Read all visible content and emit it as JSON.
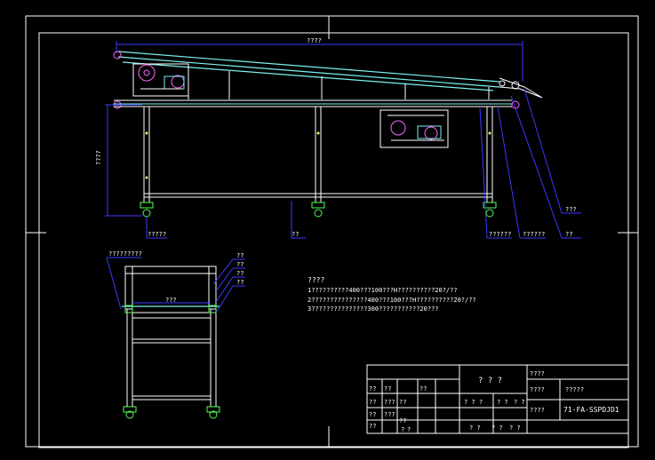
{
  "dimensions": {
    "overall_length": "????",
    "overall_height": "????",
    "frame_width": "???"
  },
  "callouts": {
    "leg_left": "?????",
    "leg_mid": "??",
    "leg_r1": "??????",
    "leg_r2": "??????",
    "leg_r3": "??",
    "side_right": "???",
    "section_left": "?????????",
    "section_r1": "??",
    "section_r2": "??",
    "section_r3": "??",
    "section_r4": "??"
  },
  "notes": {
    "heading": "????",
    "line1": "1??????????400???100???H??????????20?/??",
    "line2": "2???????????????400???100???H??????????20?/??",
    "line3": "3???????????????300???????????20???"
  },
  "title_block": {
    "part_title": "? ? ?",
    "material_label": "????",
    "scale_label": "????",
    "scale_value": "?????",
    "sheet_label": "????",
    "drawing_number": "71-FA-SSPDJD1",
    "rows": [
      {
        "col1": "??",
        "col2": "??",
        "col3": "??"
      },
      {
        "col1": "??",
        "col2": "???",
        "col3": "??"
      },
      {
        "col1": "??",
        "col2": "???",
        "col3": ""
      },
      {
        "col1": "??",
        "col2": "??",
        "col3": ""
      },
      {
        "col1": "??",
        "col2": "?",
        "col3": "?"
      }
    ],
    "mark_labels": [
      "? ? ?",
      "? ?",
      "? ?"
    ],
    "approval_labels": [
      "? ?",
      "? ?",
      "? ?"
    ]
  }
}
